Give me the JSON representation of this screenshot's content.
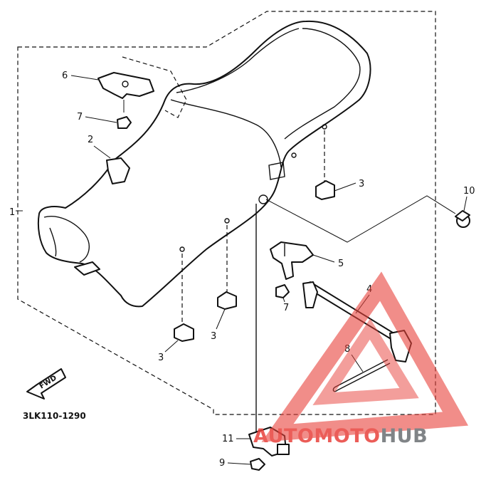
{
  "diagram": {
    "part_code": "3LK110-1290",
    "direction_label": "FWD",
    "watermark": {
      "part1": "AUTO",
      "part2": "MOTO",
      "part3": "HUB",
      "color_red": "#e8413b",
      "color_gray": "#6b6f73"
    },
    "callouts": [
      {
        "id": "c1",
        "label": "1"
      },
      {
        "id": "c2",
        "label": "2"
      },
      {
        "id": "c3a",
        "label": "3"
      },
      {
        "id": "c3b",
        "label": "3"
      },
      {
        "id": "c3c",
        "label": "3"
      },
      {
        "id": "c4",
        "label": "4"
      },
      {
        "id": "c5",
        "label": "5"
      },
      {
        "id": "c6",
        "label": "6"
      },
      {
        "id": "c7a",
        "label": "7"
      },
      {
        "id": "c7b",
        "label": "7"
      },
      {
        "id": "c8",
        "label": "8"
      },
      {
        "id": "c9",
        "label": "9"
      },
      {
        "id": "c10",
        "label": "10"
      },
      {
        "id": "c11",
        "label": "11"
      }
    ]
  }
}
